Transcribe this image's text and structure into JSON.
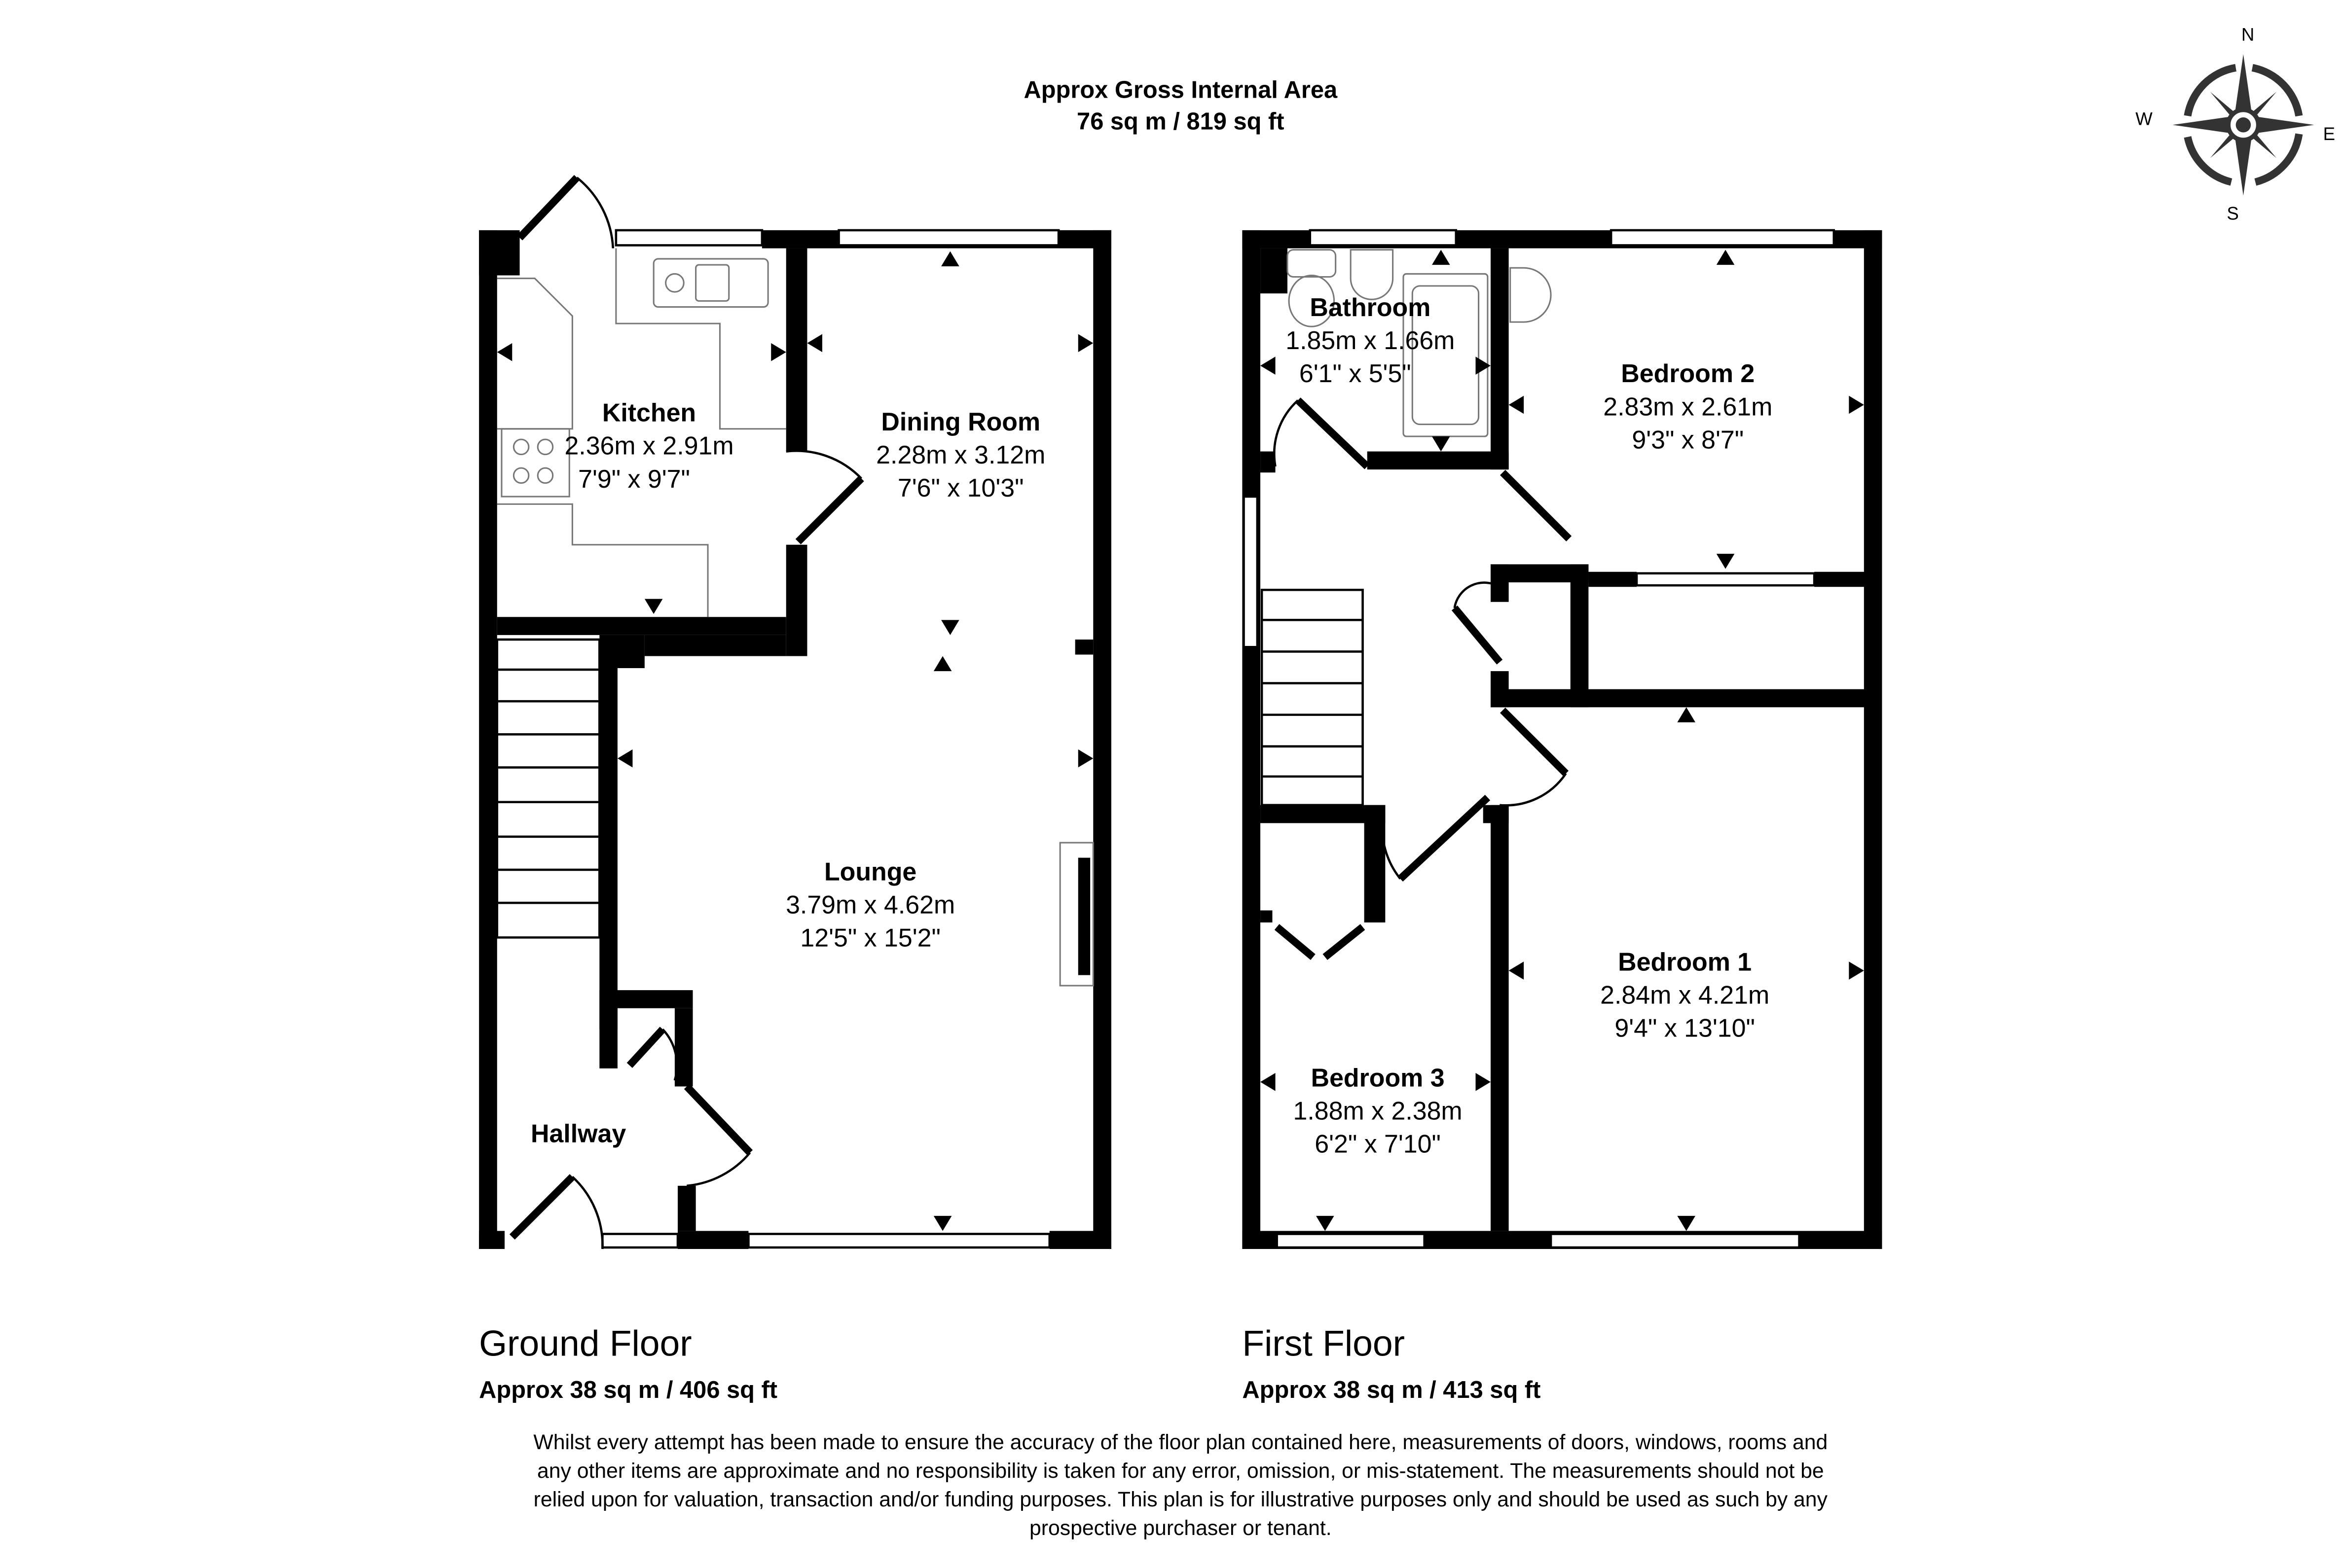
{
  "header": {
    "title": "Approx Gross Internal Area",
    "area": "76 sq m / 819 sq ft"
  },
  "compass": {
    "n": "N",
    "e": "E",
    "s": "S",
    "w": "W"
  },
  "ground_floor": {
    "label": "Ground Floor",
    "area": "Approx 38 sq m / 406 sq ft",
    "rooms": [
      {
        "name": "Kitchen",
        "metric": "2.36m x 2.91m",
        "imperial": "7'9\" x 9'7\""
      },
      {
        "name": "Dining Room",
        "metric": "2.28m x 3.12m",
        "imperial": "7'6\" x 10'3\""
      },
      {
        "name": "Lounge",
        "metric": "3.79m x 4.62m",
        "imperial": "12'5\" x 15'2\""
      },
      {
        "name": "Hallway"
      }
    ]
  },
  "first_floor": {
    "label": "First Floor",
    "area": "Approx 38 sq m / 413 sq ft",
    "rooms": [
      {
        "name": "Bathroom",
        "metric": "1.85m x 1.66m",
        "imperial": "6'1\" x 5'5\""
      },
      {
        "name": "Bedroom 2",
        "metric": "2.83m x 2.61m",
        "imperial": "9'3\" x 8'7\""
      },
      {
        "name": "Bedroom 1",
        "metric": "2.84m x 4.21m",
        "imperial": "9'4\" x 13'10\""
      },
      {
        "name": "Bedroom 3",
        "metric": "1.88m x 2.38m",
        "imperial": "6'2\" x 7'10\""
      }
    ]
  },
  "disclaimer": [
    "Whilst every attempt has been made to ensure the accuracy of the floor plan contained here, measurements of doors, windows, rooms and",
    "any other items are approximate and no responsibility is taken for any error, omission, or mis-statement. The measurements should not be",
    "relied upon for valuation, transaction and/or funding purposes. This plan is for illustrative purposes only and should be used as such by any",
    "prospective purchaser or tenant."
  ]
}
